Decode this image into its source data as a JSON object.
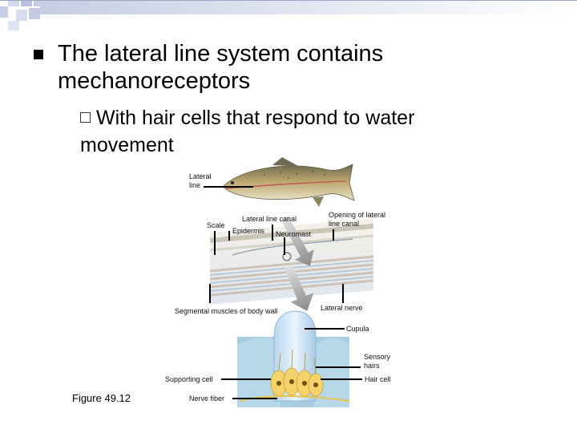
{
  "slide": {
    "bullet1": "The lateral line system contains mechanoreceptors",
    "bullet2": "With hair cells that respond to water movement"
  },
  "figure": {
    "labels": {
      "lateral_line": "Lateral line",
      "scale": "Scale",
      "lateral_line_canal": "Lateral line canal",
      "epidermis": "Epidermis",
      "neuromast": "Neuromast",
      "opening": "Opening of lateral line canal",
      "segmental_muscles": "Segmental muscles of body wall",
      "lateral_nerve": "Lateral nerve",
      "cupula": "Cupula",
      "sensory_hairs": "Sensory hairs",
      "supporting_cell": "Supporting cell",
      "hair_cell": "Hair cell",
      "nerve_fiber": "Nerve fiber"
    },
    "caption": "Figure 49.12"
  }
}
